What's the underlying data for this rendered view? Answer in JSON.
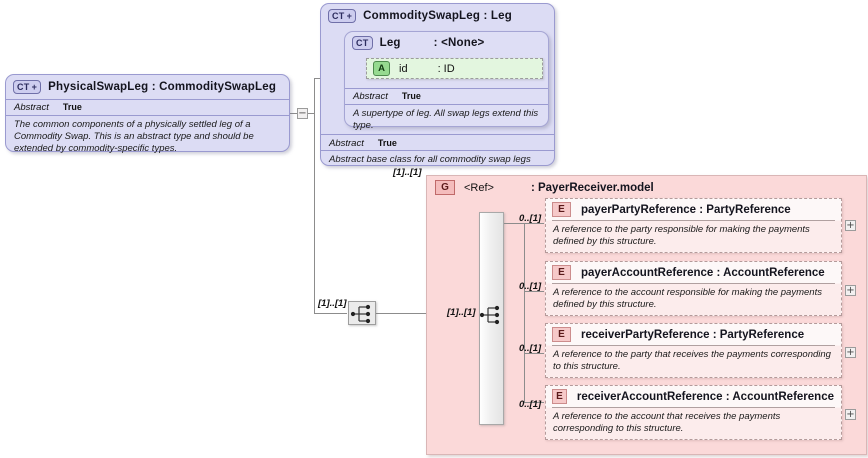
{
  "diagram": {
    "title": "PhysicalSwapLeg XSD diagram",
    "colors": {
      "complex_type_fill": "#dcdcf4",
      "complex_type_border": "#9a9ad0",
      "attribute_fill": "#e3f6df",
      "group_fill": "#fbd9d9",
      "element_fill": "#fdf3f3",
      "line": "#8c8c8c"
    }
  },
  "physical_swap_leg": {
    "badge": "CT",
    "badge_plus": "+",
    "title": "PhysicalSwapLeg : CommoditySwapLeg",
    "prop_key": "Abstract",
    "prop_value": "True",
    "documentation": "The common components of a physically settled leg of a Commodity Swap. This is an abstract type and should be extended by commodity-specific types."
  },
  "commodity_swap_leg": {
    "badge": "CT",
    "badge_plus": "+",
    "title": "CommoditySwapLeg : Leg",
    "prop_key": "Abstract",
    "prop_value": "True",
    "documentation": "Abstract base class for all commodity swap legs"
  },
  "leg": {
    "badge": "CT",
    "title": "Leg",
    "type": ": <None>",
    "prop_key": "Abstract",
    "prop_value": "True",
    "documentation": "A supertype of leg. All swap legs extend this type."
  },
  "id_attribute": {
    "badge": "A",
    "name": "id",
    "type": ": ID"
  },
  "payer_receiver_group": {
    "badge": "G",
    "ref": "<Ref>",
    "title": ": PayerReceiver.model",
    "cardinality_top": "[1]..[1]",
    "cardinality_inner": "[1]..[1]",
    "elements": [
      {
        "badge": "E",
        "title": "payerPartyReference : PartyReference",
        "cardinality": "0..[1]",
        "documentation": "A reference to the party responsible for making the payments defined by this structure.",
        "expand": "+"
      },
      {
        "badge": "E",
        "title": "payerAccountReference : AccountReference",
        "cardinality": "0..[1]",
        "documentation": "A reference to the account responsible for making the payments defined by this structure.",
        "expand": "+"
      },
      {
        "badge": "E",
        "title": "receiverPartyReference : PartyReference",
        "cardinality": "0..[1]",
        "documentation": "A reference to the party that receives the payments corresponding to this structure.",
        "expand": "+"
      },
      {
        "badge": "E",
        "title": "receiverAccountReference : AccountReference",
        "cardinality": "0..[1]",
        "documentation": "A reference to the account that receives the payments corresponding to this structure.",
        "expand": "+"
      }
    ]
  },
  "connectors": {
    "collapse_toggle": "−",
    "left_sequence_cardinality": "[1]..[1]"
  }
}
